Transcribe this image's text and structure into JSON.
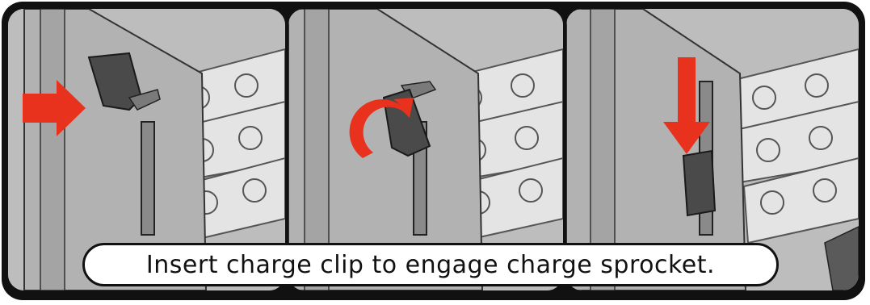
{
  "caption": "Insert charge clip to engage charge sprocket.",
  "colors": {
    "arrow": "#e8321e",
    "frame": "#111111",
    "metal_light": "#d6d6d6",
    "metal_mid": "#a9a9a9",
    "clip": "#4a4a4a"
  },
  "panels": [
    {
      "step": 1,
      "action": "insert-clip",
      "arrow_icon": "right-arrow-icon"
    },
    {
      "step": 2,
      "action": "rotate-clip",
      "arrow_icon": "rotate-arrow-icon"
    },
    {
      "step": 3,
      "action": "push-clip-down",
      "arrow_icon": "down-arrow-icon"
    }
  ]
}
